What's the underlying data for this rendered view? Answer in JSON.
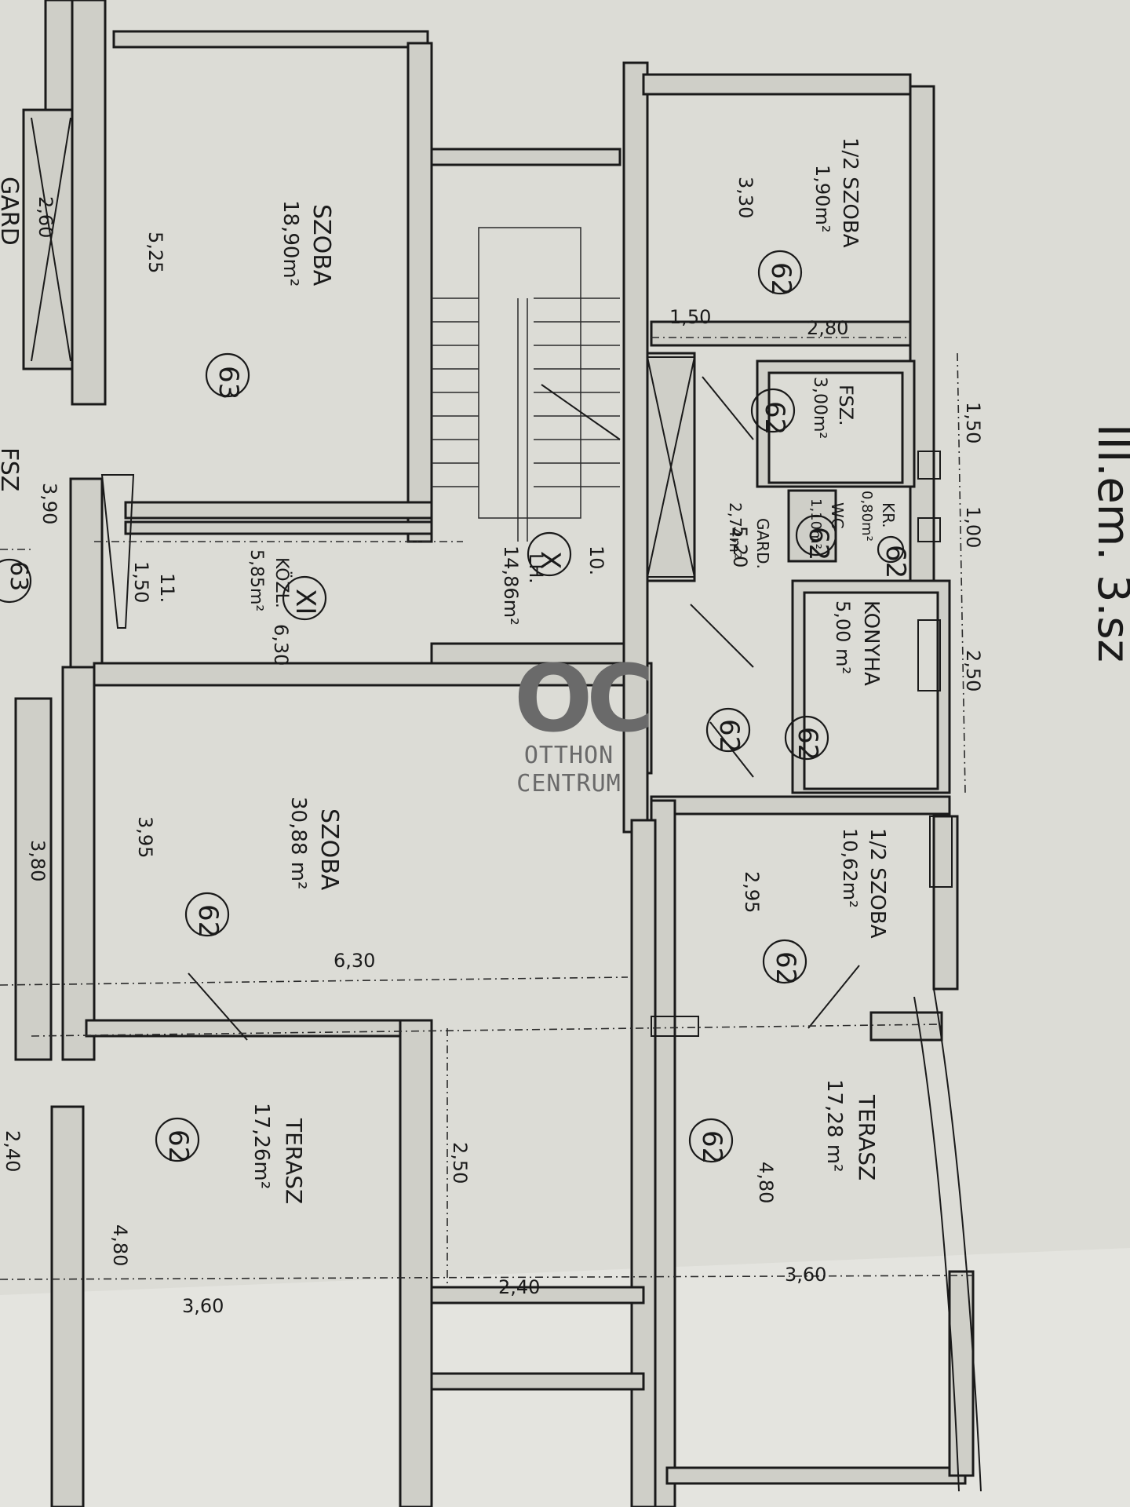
{
  "rooms": [
    {
      "id": "szoba-18",
      "name": "SZOBA",
      "area": "18,90m²",
      "unit": "63"
    },
    {
      "id": "szoba-30",
      "name": "SZOBA",
      "area": "30,88 m²",
      "unit": "62"
    },
    {
      "id": "feloszoba-1",
      "name": "1/2 SZOBA",
      "area": "1,90m²",
      "unit": "62"
    },
    {
      "id": "feloszoba-10",
      "name": "1/2 SZOBA",
      "area": "10,62m²",
      "unit": "62"
    },
    {
      "id": "fsz",
      "name": "FSZ.",
      "area": "3,00m²",
      "unit": "62"
    },
    {
      "id": "wc",
      "name": "WC",
      "area": "1,10m²",
      "unit": "62"
    },
    {
      "id": "kamra",
      "name": "KR.",
      "area": "0,80m²",
      "unit": "62"
    },
    {
      "id": "konyha",
      "name": "KONYHA",
      "area": "5,00 m²",
      "unit": "62"
    },
    {
      "id": "lepcsohaz",
      "name": "LH.",
      "area": "14,86m²",
      "unit": "X"
    },
    {
      "id": "kozlekedo",
      "name": "KÖZL.",
      "area": "5,85m²",
      "unit": "XI"
    },
    {
      "id": "gardrob",
      "name": "GARD.",
      "area": "2,74m²",
      "unit": "62"
    },
    {
      "id": "terasz-left",
      "name": "TERASZ",
      "area": "17,26m²",
      "unit": "62"
    },
    {
      "id": "terasz-right",
      "name": "TERASZ",
      "area": "17,28 m²",
      "unit": "62"
    }
  ],
  "dimensions": {
    "d525": "5,25",
    "d390": "3,90",
    "d150a": "1,50",
    "d11": "11.",
    "d630a": "6,30",
    "d630b": "6,30",
    "d395": "3,95",
    "d380": "3,80",
    "d240a": "2,40",
    "d480a": "4,80",
    "d360a": "3,60",
    "d250a": "2,50",
    "d240b": "2,40",
    "d360b": "3,60",
    "d480b": "4,80",
    "d330": "3,30",
    "d150b": "1,50",
    "d280": "2,80",
    "d150c": "1,50",
    "d100": "1,00",
    "d250b": "2,50",
    "d295": "2,95",
    "d520": "5,20",
    "d10": "10.",
    "d260": "2,60"
  },
  "margin_text": {
    "gard_left": "GARD",
    "fsz_left": "FSZ",
    "unit_left": "63",
    "title_fragment": "III.em. 3.sz"
  },
  "watermark": {
    "logo": "OC",
    "line1": "OTTHON",
    "line2": "CENTRUM"
  }
}
